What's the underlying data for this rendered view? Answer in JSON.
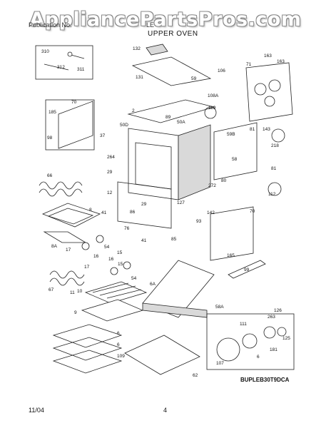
{
  "header": {
    "watermark": "AppliancePartsPros.com",
    "publication_prefix": "Publication No.",
    "model_prefix": "LE",
    "section_title": "UPPER OVEN"
  },
  "diagram": {
    "model_code": "BUPLEB30T9DCA",
    "callouts": [
      "310",
      "312",
      "311",
      "132",
      "163",
      "163",
      "71",
      "131",
      "106",
      "59",
      "108A",
      "119",
      "185",
      "70",
      "2",
      "89",
      "50A",
      "50D",
      "81",
      "143",
      "218",
      "98",
      "37",
      "264",
      "59B",
      "58",
      "29",
      "12",
      "272",
      "80",
      "81",
      "112",
      "66",
      "8",
      "41",
      "86",
      "29",
      "127",
      "142",
      "70",
      "76",
      "93",
      "8A",
      "17",
      "54",
      "16",
      "41",
      "85",
      "165",
      "15",
      "54",
      "15",
      "16",
      "67",
      "17",
      "11",
      "6A",
      "10",
      "99",
      "9",
      "58A",
      "126",
      "263",
      "111",
      "6",
      "125",
      "6",
      "181",
      "109",
      "6",
      "107",
      "62"
    ]
  },
  "footer": {
    "date": "11/04",
    "page": "4"
  }
}
